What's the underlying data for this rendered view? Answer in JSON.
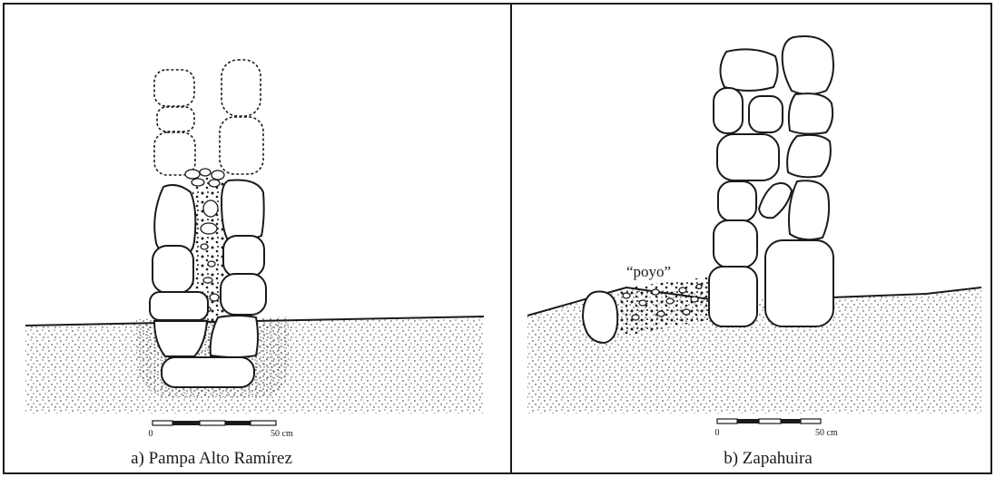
{
  "panels": [
    {
      "caption": "a) Pampa Alto Ramírez",
      "scale": {
        "start_label": "0",
        "end_label": "50 cm"
      }
    },
    {
      "caption": "b) Zapahuira",
      "scale": {
        "start_label": "0",
        "end_label": "50 cm"
      },
      "annotation": "“poyo”"
    }
  ],
  "colors": {
    "ink": "#1a1a1a",
    "paper": "#ffffff"
  }
}
